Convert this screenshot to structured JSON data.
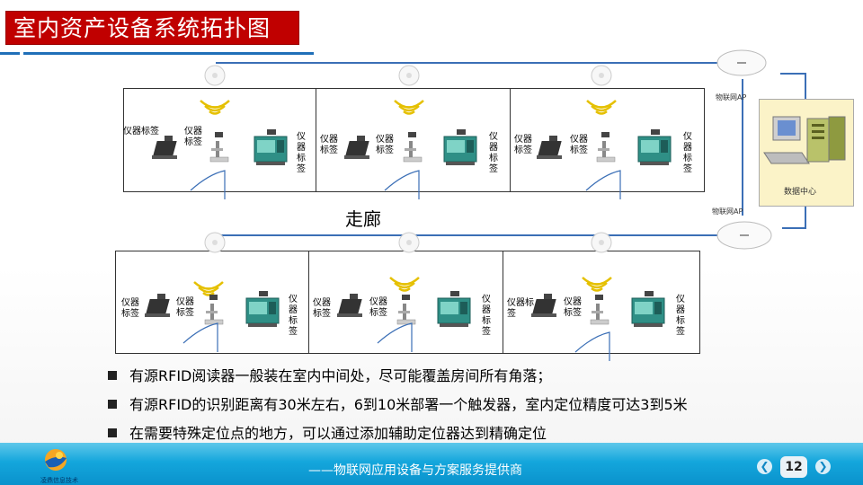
{
  "title": "室内资产设备系统拓扑图",
  "corridor": "走廊",
  "ap_label": "物联网AP",
  "data_center": "数据中心",
  "rooms_top": [
    {
      "left_label": "仪器标签",
      "mid_label": "仪器\n标签",
      "right_label": "仪\n器\n标\n签"
    },
    {
      "left_label": "仪器\n标签",
      "mid_label": "仪器\n标签",
      "right_label": "仪\n器\n标\n签"
    },
    {
      "left_label": "仪器\n标签",
      "mid_label": "仪器\n标签",
      "right_label": "仪\n器\n标\n签"
    }
  ],
  "rooms_bottom": [
    {
      "left_label": "仪器\n标签",
      "mid_label": "仪器\n标签",
      "right_label": "仪\n器\n标\n签"
    },
    {
      "left_label": "仪器\n标签",
      "mid_label": "仪器\n标签",
      "right_label": "仪\n器\n标\n签"
    },
    {
      "left_label": "仪器标\n签",
      "mid_label": "仪器\n标签",
      "right_label": "仪\n器\n标\n签"
    }
  ],
  "bullets": [
    "有源RFID阅读器一般装在室内中间处，尽可能覆盖房间所有角落；",
    "有源RFID的识别距离有30米左右，6到10米部署一个触发器，室内定位精度可达3到5米",
    "在需要特殊定位点的地方，可以通过添加辅助定位器达到精确定位"
  ],
  "footer": {
    "slogan": "——物联网应用设备与方案服务提供商",
    "logo_text": "凌鼎信息技术",
    "page": "12"
  },
  "colors": {
    "accent": "#c00000",
    "link": "#3b6fb6",
    "footer": "#14a6dc"
  }
}
